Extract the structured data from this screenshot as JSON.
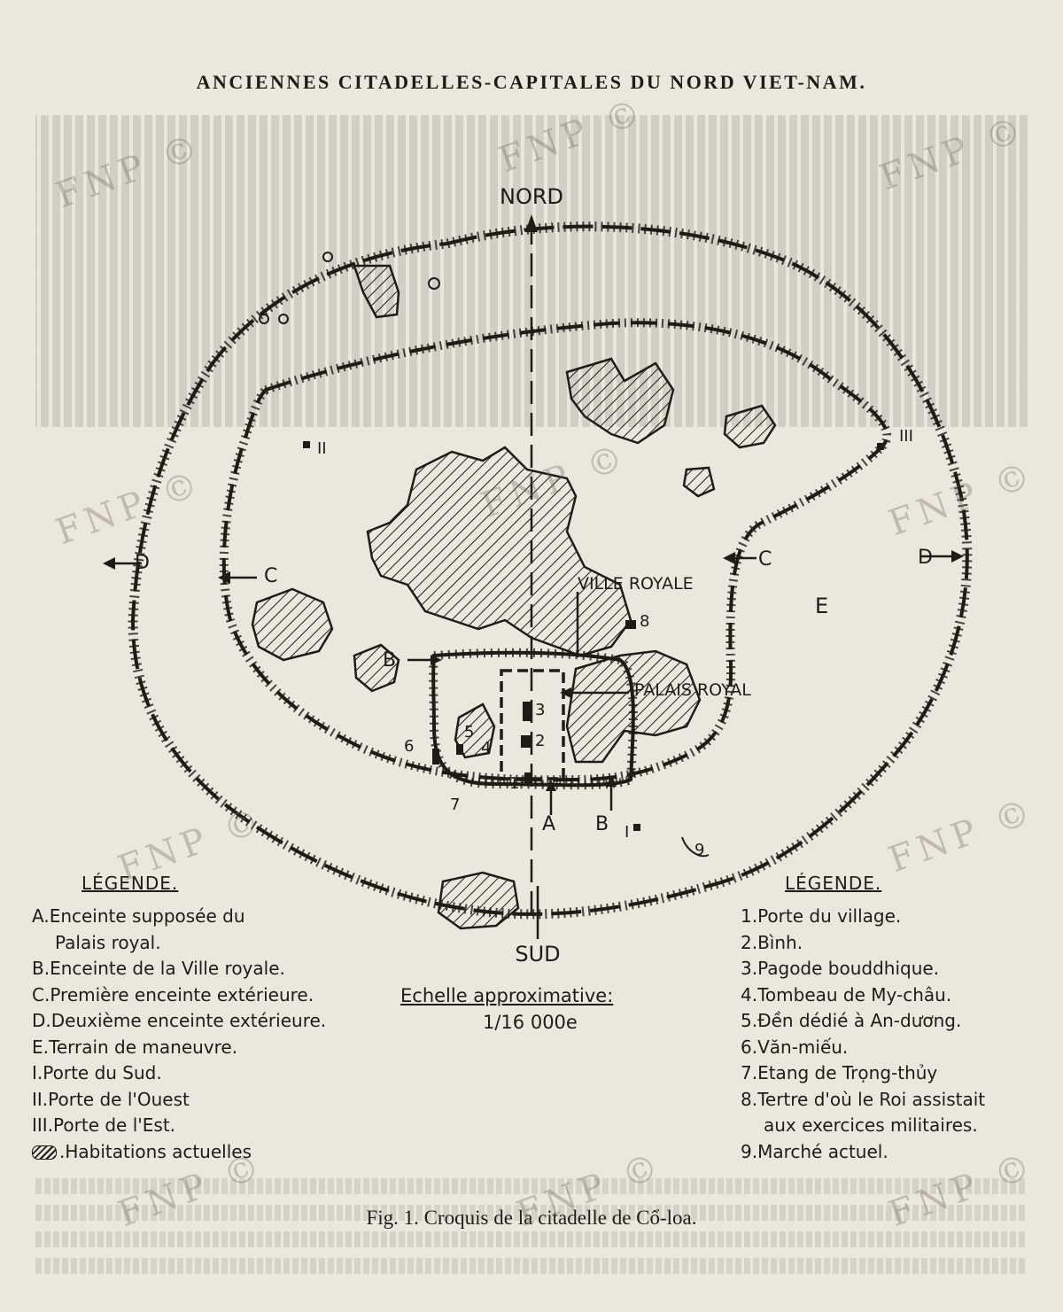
{
  "running_head": "ANCIENNES CITADELLES-CAPITALES DU NORD VIET-NAM.",
  "map": {
    "north": "NORD",
    "south": "SUD",
    "ville_royale": "VILLE ROYALE",
    "palais_royal": "PALAIS ROYAL",
    "letters": {
      "A": "A",
      "B": "B",
      "C": "C",
      "D": "D",
      "E": "E"
    },
    "gates": {
      "I": "I",
      "II": "II",
      "III": "III"
    },
    "numbers": [
      "1",
      "2",
      "3",
      "4",
      "5",
      "6",
      "7",
      "8",
      "9"
    ]
  },
  "legend_left": {
    "title": "LÉGENDE.",
    "items": [
      "A.Enceinte supposée du",
      "Palais royal.",
      "B.Enceinte de la Ville royale.",
      "C.Première enceinte extérieure.",
      "D.Deuxième enceinte extérieure.",
      "E.Terrain de maneuvre.",
      "I.Porte du Sud.",
      "II.Porte de l'Ouest",
      "III.Porte de l'Est.",
      ".Habitations actuelles"
    ]
  },
  "scale": {
    "title": "Echelle approximative:",
    "value": "1/16 000e"
  },
  "legend_right": {
    "title": "LÉGENDE.",
    "items": [
      "1.Porte du village.",
      "2.Bình.",
      "3.Pagode bouddhique.",
      "4.Tombeau de My-châu.",
      "5.Đền dédié à An-dương.",
      "6.Văn-miếu.",
      "7.Etang de Trọng-thủy",
      "8.Tertre d'où le Roi assistait",
      "aux exercices militaires.",
      "9.Marché actuel."
    ]
  },
  "caption": "Fig. 1. Croquis de la citadelle de Cổ-loa.",
  "watermark": "FNP ©"
}
